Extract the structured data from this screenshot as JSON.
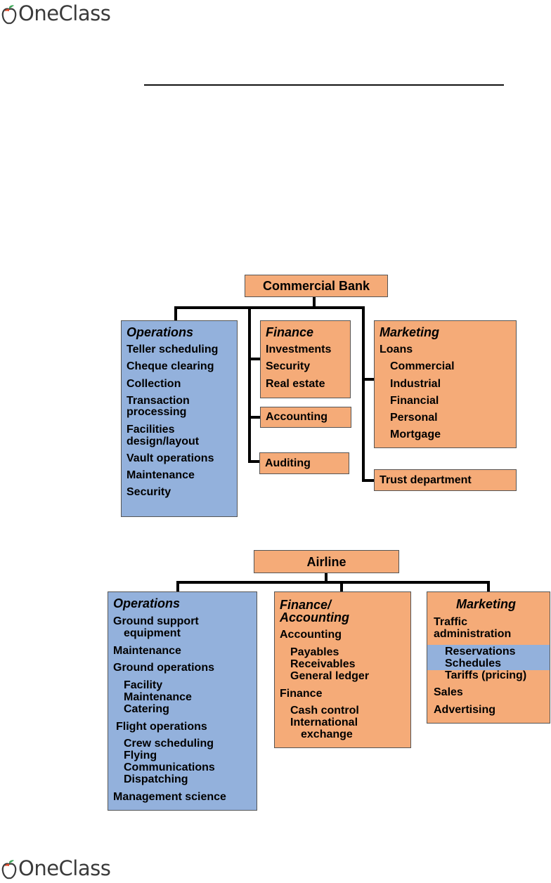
{
  "brand": {
    "name": "OneClass",
    "logo_icon": "apple-logo-icon",
    "leaf_color": "#3aa655",
    "apple_color": "#e04a2a"
  },
  "colors": {
    "orange": "#f5ab78",
    "blue": "#93b1dc",
    "line": "#000000"
  },
  "bank": {
    "root": "Commercial Bank",
    "operations": {
      "title": "Operations",
      "items": [
        "Teller scheduling",
        "Cheque clearing",
        "Collection",
        "Transaction",
        "processing",
        "Facilities",
        "design/layout",
        "Vault operations",
        "Maintenance",
        "Security"
      ]
    },
    "finance": {
      "title": "Finance",
      "items": [
        "Investments",
        "Security",
        "Real estate"
      ]
    },
    "accounting": "Accounting",
    "auditing": "Auditing",
    "marketing": {
      "title": "Marketing",
      "items": [
        "Loans",
        "Commercial",
        "Industrial",
        "Financial",
        "Personal",
        "Mortgage"
      ]
    },
    "trust": "Trust department"
  },
  "airline": {
    "root": "Airline",
    "operations": {
      "title": "Operations",
      "items": [
        "Ground support",
        "equipment",
        "Maintenance",
        "Ground operations",
        "Facility",
        "Maintenance",
        "Catering",
        "Flight operations",
        "Crew scheduling",
        "Flying",
        "Communications",
        "Dispatching",
        "Management science"
      ]
    },
    "finance": {
      "title_line1": "Finance/",
      "title_line2": "Accounting",
      "items": [
        "Accounting",
        "Payables",
        "Receivables",
        "General ledger",
        "Finance",
        "Cash control",
        "International",
        "exchange"
      ]
    },
    "marketing": {
      "title": "Marketing",
      "items": [
        "Traffic",
        "administration",
        "Reservations",
        "Schedules",
        "Tariffs (pricing)",
        "Sales",
        "Advertising"
      ]
    }
  }
}
